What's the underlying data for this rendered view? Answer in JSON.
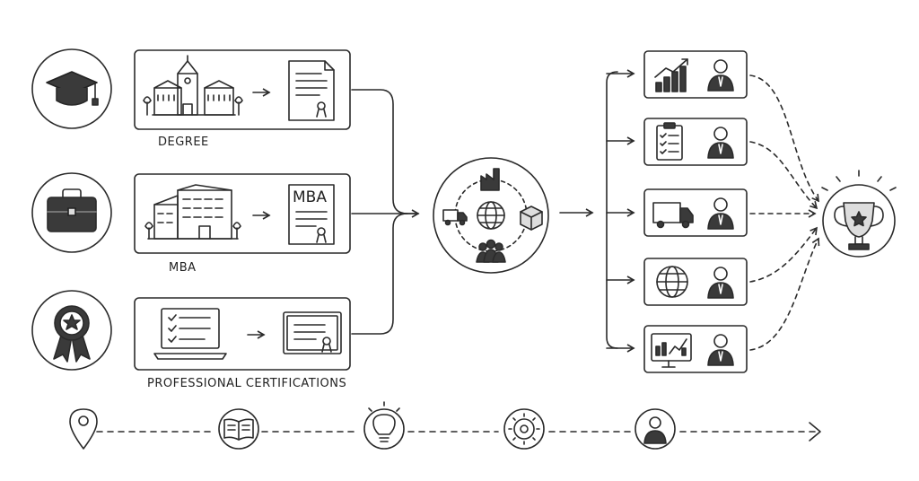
{
  "pathways": [
    {
      "label": "DEGREE"
    },
    {
      "label": "MBA",
      "document_text": "MBA"
    },
    {
      "label": "PROFESSIONAL CERTIFICATIONS"
    }
  ],
  "stroke_color": "#2a2a2a",
  "icon_fill": "#3a3a3a"
}
